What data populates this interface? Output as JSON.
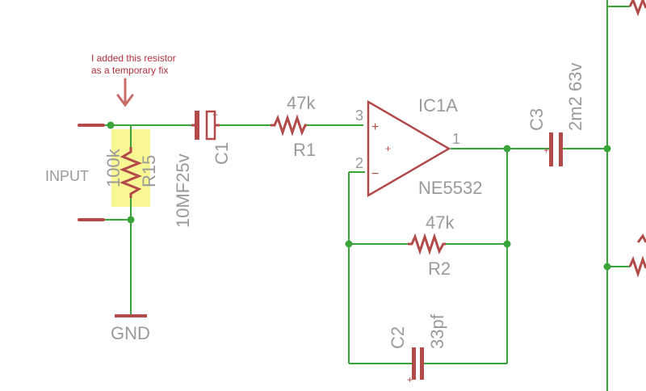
{
  "annotation": {
    "line1": "I added this resistor",
    "line2": "as a temporary fix"
  },
  "labels": {
    "input": "INPUT",
    "gnd": "GND",
    "r15_value": "100k",
    "r15_name": "R15",
    "c1_value": "10MF25v",
    "c1_name": "C1",
    "c1_plus": "+",
    "r1_value": "47k",
    "r1_name": "R1",
    "ic_name": "IC1A",
    "ic_part": "NE5532",
    "pin3": "3",
    "pin2": "2",
    "pin1": "1",
    "opamp_plus": "+",
    "opamp_minus": "−",
    "opamp_inner": "+",
    "r2_value": "47k",
    "r2_name": "R2",
    "c3_name": "C3",
    "c3_value": "2m2 63v",
    "c3_plus": "+",
    "c2_name": "C2",
    "c2_value": "33pf",
    "c2_plus": "+"
  },
  "colors": {
    "wire": "#3aa33a",
    "component": "#b34a4a",
    "label": "#9a9a9a",
    "highlight": "#f6f25a",
    "annotation": "#b3303a",
    "annotation_arrow": "#c76b6b"
  }
}
